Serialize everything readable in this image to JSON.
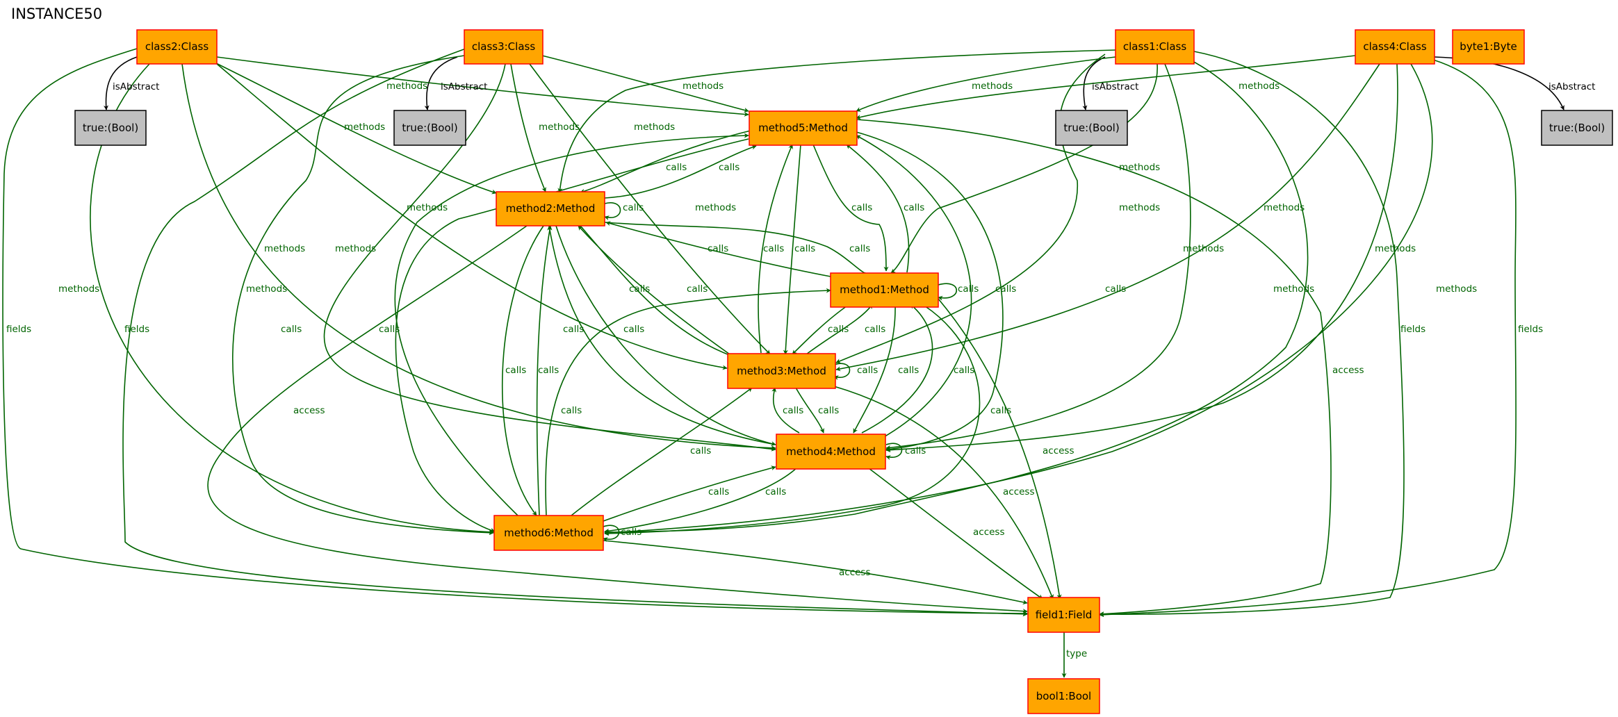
{
  "title": "INSTANCE50",
  "colors": {
    "node_fill": "#ffa500",
    "node_stroke": "#ff0000",
    "bool_fill": "#c0c0c0",
    "bool_stroke": "#000000",
    "edge": "#006400",
    "edge_black": "#000000"
  },
  "nodes": {
    "class2": "class2:Class",
    "class3": "class3:Class",
    "class1": "class1:Class",
    "class4": "class4:Class",
    "byte1": "byte1:Byte",
    "true_c2": "true:(Bool)",
    "true_c3": "true:(Bool)",
    "true_c1": "true:(Bool)",
    "true_c4": "true:(Bool)",
    "method5": "method5:Method",
    "method2": "method2:Method",
    "method1": "method1:Method",
    "method3": "method3:Method",
    "method4": "method4:Method",
    "method6": "method6:Method",
    "field1": "field1:Field",
    "bool1": "bool1:Bool"
  },
  "edge_labels": {
    "is_abstract": "isAbstract",
    "methods": "methods",
    "fields": "fields",
    "calls": "calls",
    "access": "access",
    "type": "type"
  }
}
